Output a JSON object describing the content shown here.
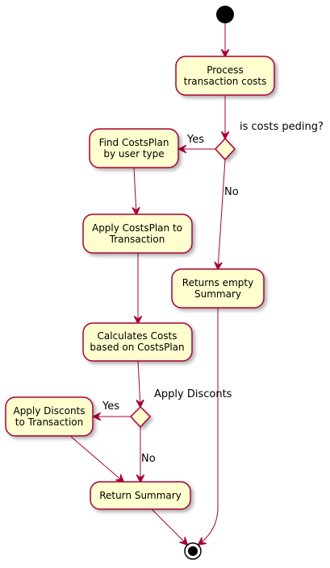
{
  "diagram": {
    "nodes": {
      "process_costs": {
        "line1": "Process",
        "line2": "transaction costs"
      },
      "find_costsplan": {
        "line1": "Find CostsPlan",
        "line2": "by user type"
      },
      "apply_costsplan": {
        "line1": "Apply CostsPlan to",
        "line2": "Transaction"
      },
      "returns_empty": {
        "line1": "Returns empty",
        "line2": "Summary"
      },
      "calculates_costs": {
        "line1": "Calculates Costs",
        "line2": "based on CostsPlan"
      },
      "apply_discounts": {
        "line1": "Apply Disconts",
        "line2": "to Transaction"
      },
      "return_summary": {
        "line1": "Return Summary"
      }
    },
    "decisions": {
      "costs_pending": {
        "question": "is costs peding?",
        "yes": "Yes",
        "no": "No"
      },
      "apply_discounts": {
        "question": "Apply Disconts",
        "yes": "Yes",
        "no": "No"
      }
    },
    "colors": {
      "fill": "#FEFECE",
      "stroke": "#A80036",
      "start": "#000000"
    }
  }
}
